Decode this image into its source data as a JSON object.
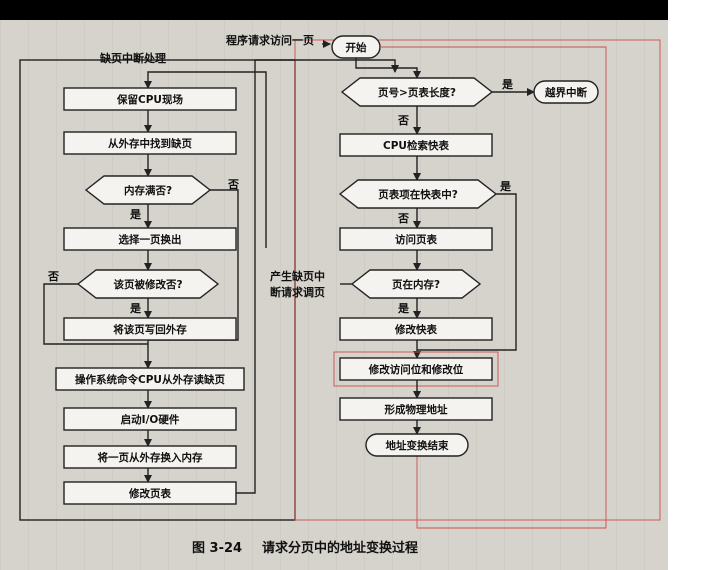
{
  "diagram": {
    "left_title": "缺页中断处理",
    "right_title": "程序请求访问一页",
    "caption_num": "图 3-24",
    "caption_text": "请求分页中的地址变换过程",
    "left_nodes": {
      "save_cpu": "保留CPU现场",
      "find_page": "从外存中找到缺页",
      "mem_full": "内存满否?",
      "select_swap": "选择一页换出",
      "page_modified": "该页被修改否?",
      "write_back": "将该页写回外存",
      "os_read": "操作系统命令CPU从外存读缺页",
      "start_io": "启动I/O硬件",
      "swap_in": "将一页从外存换入内存",
      "modify_table": "修改页表"
    },
    "right_nodes": {
      "start": "开始",
      "page_gt_len": "页号>页表长度?",
      "out_of_bounds": "越界中断",
      "cpu_search_tlb": "CPU检索快表",
      "in_tlb": "页表项在快表中?",
      "access_table": "访问页表",
      "in_memory": "页在内存?",
      "modify_tlb": "修改快表",
      "modify_bits": "修改访问位和修改位",
      "form_addr": "形成物理地址",
      "end": "地址变换结束"
    },
    "labels": {
      "yes": "是",
      "no": "否",
      "pf_line1": "产生缺页中",
      "pf_line2": "断请求调页"
    }
  }
}
